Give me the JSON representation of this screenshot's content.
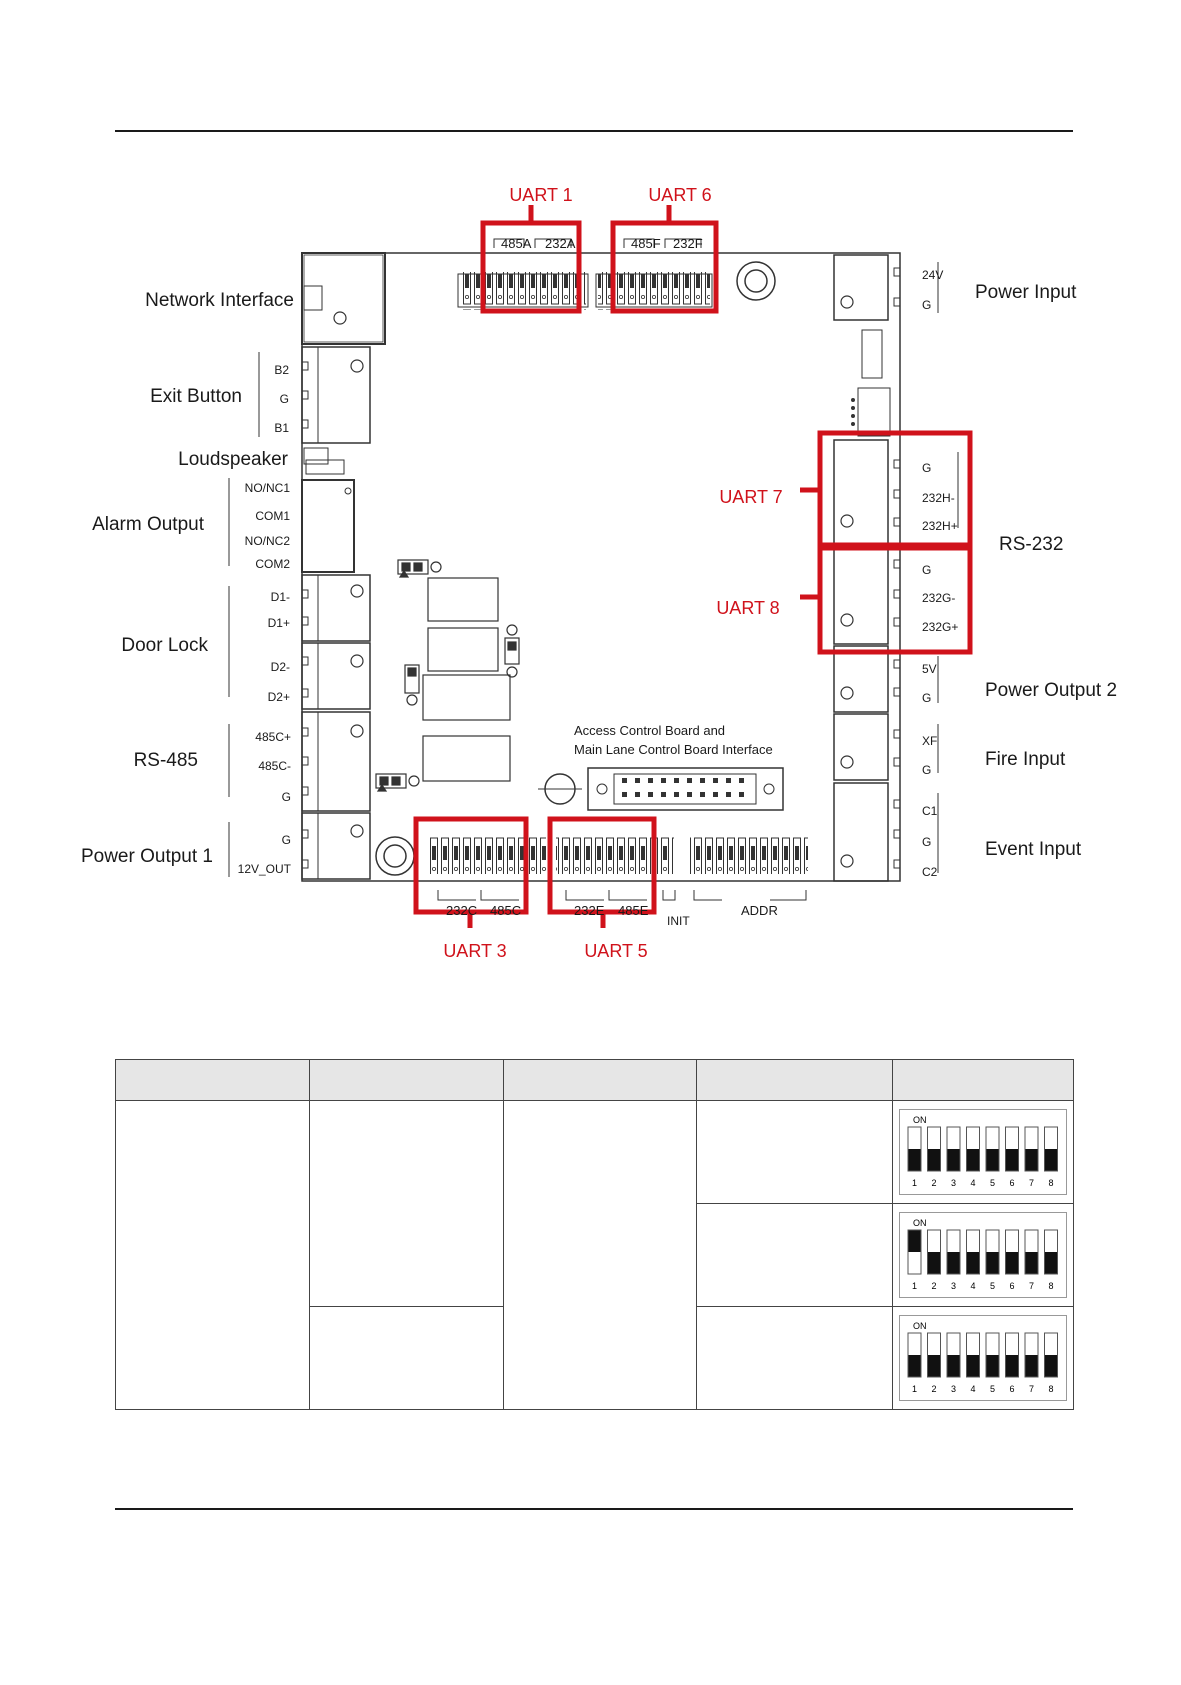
{
  "left_labels": {
    "network_interface": "Network Interface",
    "exit_button": "Exit Button",
    "loudspeaker": "Loudspeaker",
    "alarm_output": "Alarm Output",
    "door_lock": "Door Lock",
    "rs485": "RS-485",
    "power_output_1": "Power Output 1"
  },
  "right_labels": {
    "power_input": "Power Input",
    "rs232": "RS-232",
    "power_output_2": "Power Output 2",
    "fire_input": "Fire Input",
    "event_input": "Event Input"
  },
  "uart": {
    "uart1": "UART 1",
    "uart6": "UART 6",
    "uart7": "UART 7",
    "uart8": "UART 8",
    "uart3": "UART 3",
    "uart5": "UART 5"
  },
  "pins": {
    "b2": "B2",
    "g_exit": "G",
    "b1": "B1",
    "nonc1": "NO/NC1",
    "com1": "COM1",
    "nonc2": "NO/NC2",
    "com2": "COM2",
    "d1m": "D1-",
    "d1p": "D1+",
    "d2m": "D2-",
    "d2p": "D2+",
    "r485p": "485C+",
    "r485m": "485C-",
    "g485": "G",
    "g_po1": "G",
    "v12out": "12V_OUT",
    "v24": "24V",
    "g_pi": "G",
    "g_h": "G",
    "h232m": "232H-",
    "h232p": "232H+",
    "g_g": "G",
    "g232m": "232G-",
    "g232p": "232G+",
    "v5": "5V",
    "g_po2": "G",
    "xf": "XF",
    "g_fire": "G",
    "c1": "C1",
    "g_ev": "G",
    "c2": "C2"
  },
  "switch_labels": {
    "s485a": "485A",
    "s232a": "232A",
    "s485f": "485F",
    "s232f": "232F",
    "s232c": "232C",
    "s485c": "485C",
    "s232e": "232E",
    "s485e": "485E",
    "init": "INIT",
    "addr": "ADDR"
  },
  "interface": {
    "line1": "Access Control Board and",
    "line2": "Main Lane Control Board Interface"
  },
  "dip_table": {
    "on_label": "ON",
    "numbers": [
      "1",
      "2",
      "3",
      "4",
      "5",
      "6",
      "7",
      "8"
    ],
    "row1_pattern": [
      0,
      0,
      0,
      0,
      0,
      0,
      0,
      0
    ],
    "row2_pattern": [
      1,
      0,
      0,
      0,
      0,
      0,
      0,
      0
    ],
    "row3_pattern": [
      0,
      0,
      0,
      0,
      0,
      0,
      0,
      0
    ]
  },
  "colors": {
    "highlight": "#d0121b",
    "line": "#333333",
    "header_bg": "#e6e6e6"
  }
}
